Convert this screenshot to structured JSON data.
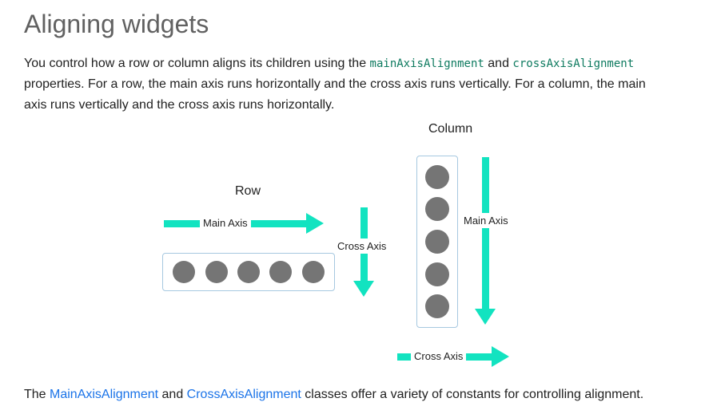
{
  "page": {
    "title": "Aligning widgets"
  },
  "intro": {
    "part1": "You control how a row or column aligns its children using the ",
    "code1": "mainAxisAlignment",
    "part2": " and ",
    "code2": "crossAxisAlignment",
    "part3": " properties. For a row, the main axis runs horizontally and the cross axis runs vertically. For a column, the main axis runs vertically and the cross axis runs horizontally."
  },
  "diagram": {
    "column_label": "Column",
    "row_label": "Row",
    "row_main_axis_label": "Main Axis",
    "row_cross_axis_label": "Cross Axis",
    "column_main_axis_label": "Main Axis",
    "column_cross_axis_label": "Cross Axis",
    "row_circle_count": 5,
    "column_circle_count": 5
  },
  "footer": {
    "part1": "The ",
    "link1": "MainAxisAlignment",
    "part2": " and ",
    "link2": "CrossAxisAlignment",
    "part3": " classes offer a variety of constants for controlling alignment."
  },
  "colors": {
    "arrow": "#12e3c0",
    "circle": "#757575",
    "box_border": "#a6c8e0",
    "link": "#1a73e8",
    "code_text": "#0d7a5f",
    "title": "#616161",
    "body_text": "#212121"
  }
}
